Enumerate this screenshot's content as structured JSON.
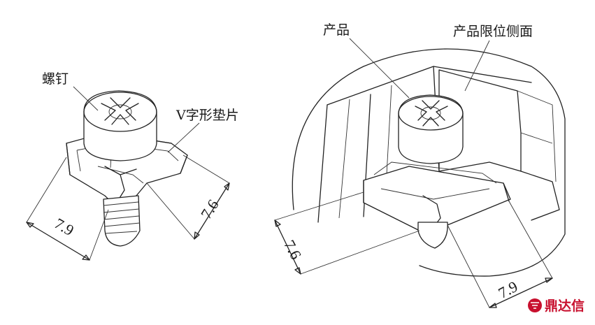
{
  "left_figure": {
    "label_screw": "螺钉",
    "label_washer": "V字形垫片",
    "dim_length": "7.9",
    "dim_width": "7.6"
  },
  "right_figure": {
    "label_product": "产品",
    "label_side": "产品限位侧面",
    "dim_width": "7.6",
    "dim_length": "7.9"
  },
  "watermark": {
    "text": "鼎达信",
    "color": "#c8102e"
  }
}
